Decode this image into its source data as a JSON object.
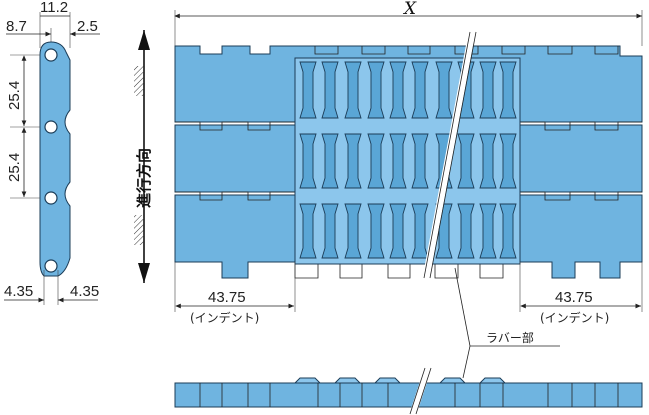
{
  "dimensions": {
    "pitch_width": "11.2",
    "left_offset": "8.7",
    "right_offset": "2.5",
    "pitch_upper": "25.4",
    "pitch_lower": "25.4",
    "edge_left": "4.35",
    "edge_right": "4.35",
    "width_label": "X",
    "indent_left_value": "43.75",
    "indent_left_note": "(インデント)",
    "indent_right_value": "43.75",
    "indent_right_note": "(インデント)"
  },
  "labels": {
    "travel_direction": "進行方向",
    "rubber_part": "ラバー部"
  },
  "colors": {
    "belt_fill": "#6fb4e0",
    "rubber_fill": "#8cc6ec",
    "outline": "#1b3c57"
  }
}
